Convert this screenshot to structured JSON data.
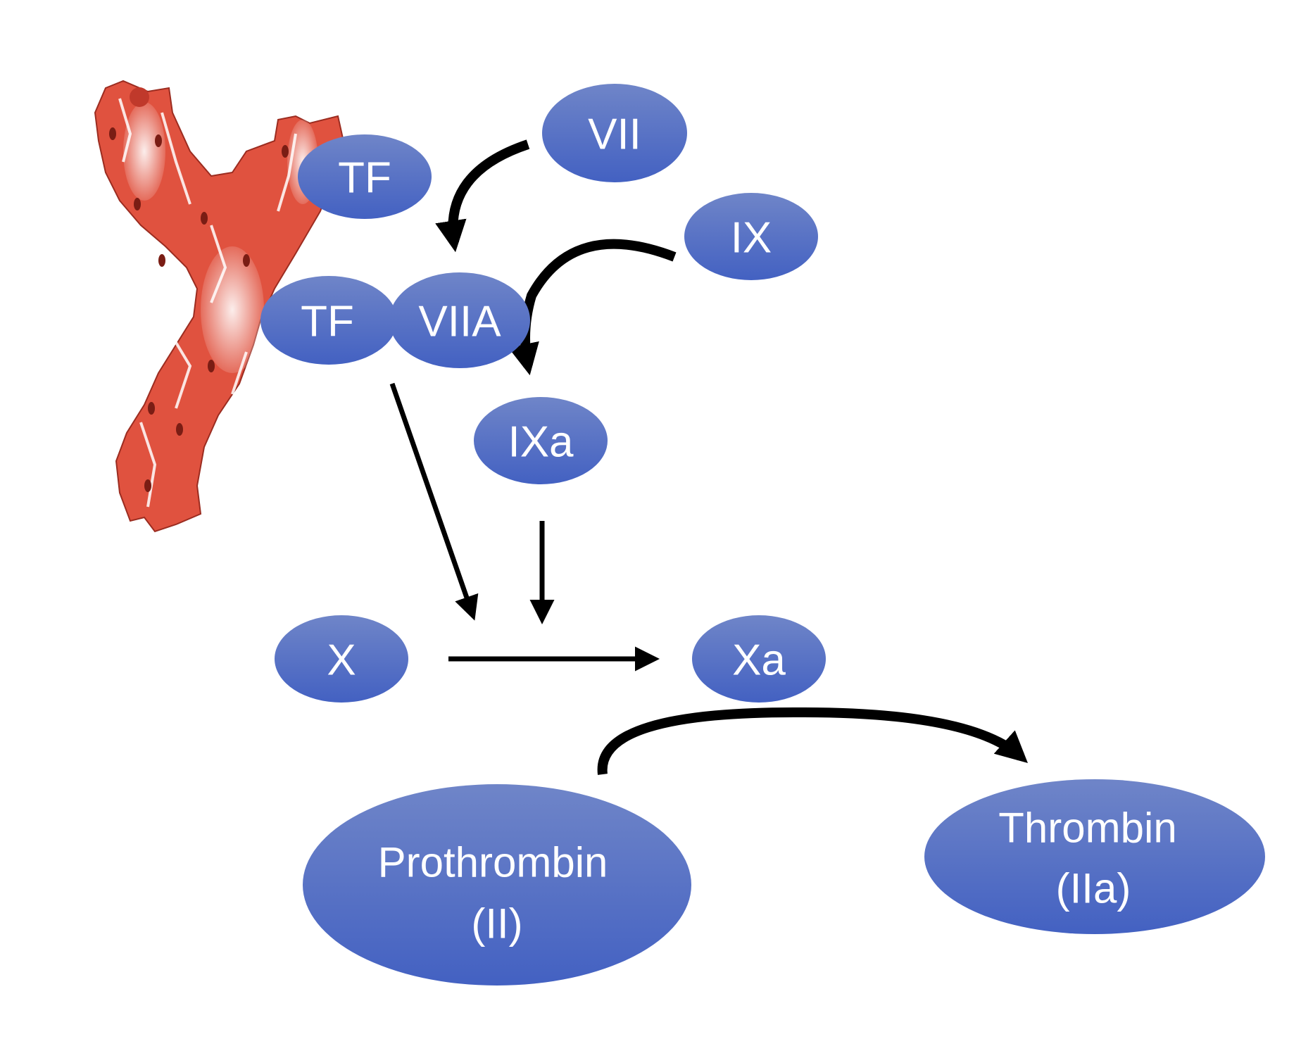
{
  "nodes": {
    "tf_top": "TF",
    "vii": "VII",
    "ix": "IX",
    "tf_complex": "TF",
    "viia": "VIIA",
    "ixa": "IXa",
    "x": "X",
    "xa": "Xa",
    "prothrombin_line1": "Prothrombin",
    "prothrombin_line2": "(II)",
    "thrombin_line1": "Thrombin",
    "thrombin_line2": "(IIa)"
  },
  "colors": {
    "node_fill_top": "#6f85c8",
    "node_fill_bottom": "#4361c2",
    "vessel": "#e0523f",
    "arrow": "#000000"
  },
  "icons": {
    "vessel": "damaged-blood-vessel-illustration"
  }
}
